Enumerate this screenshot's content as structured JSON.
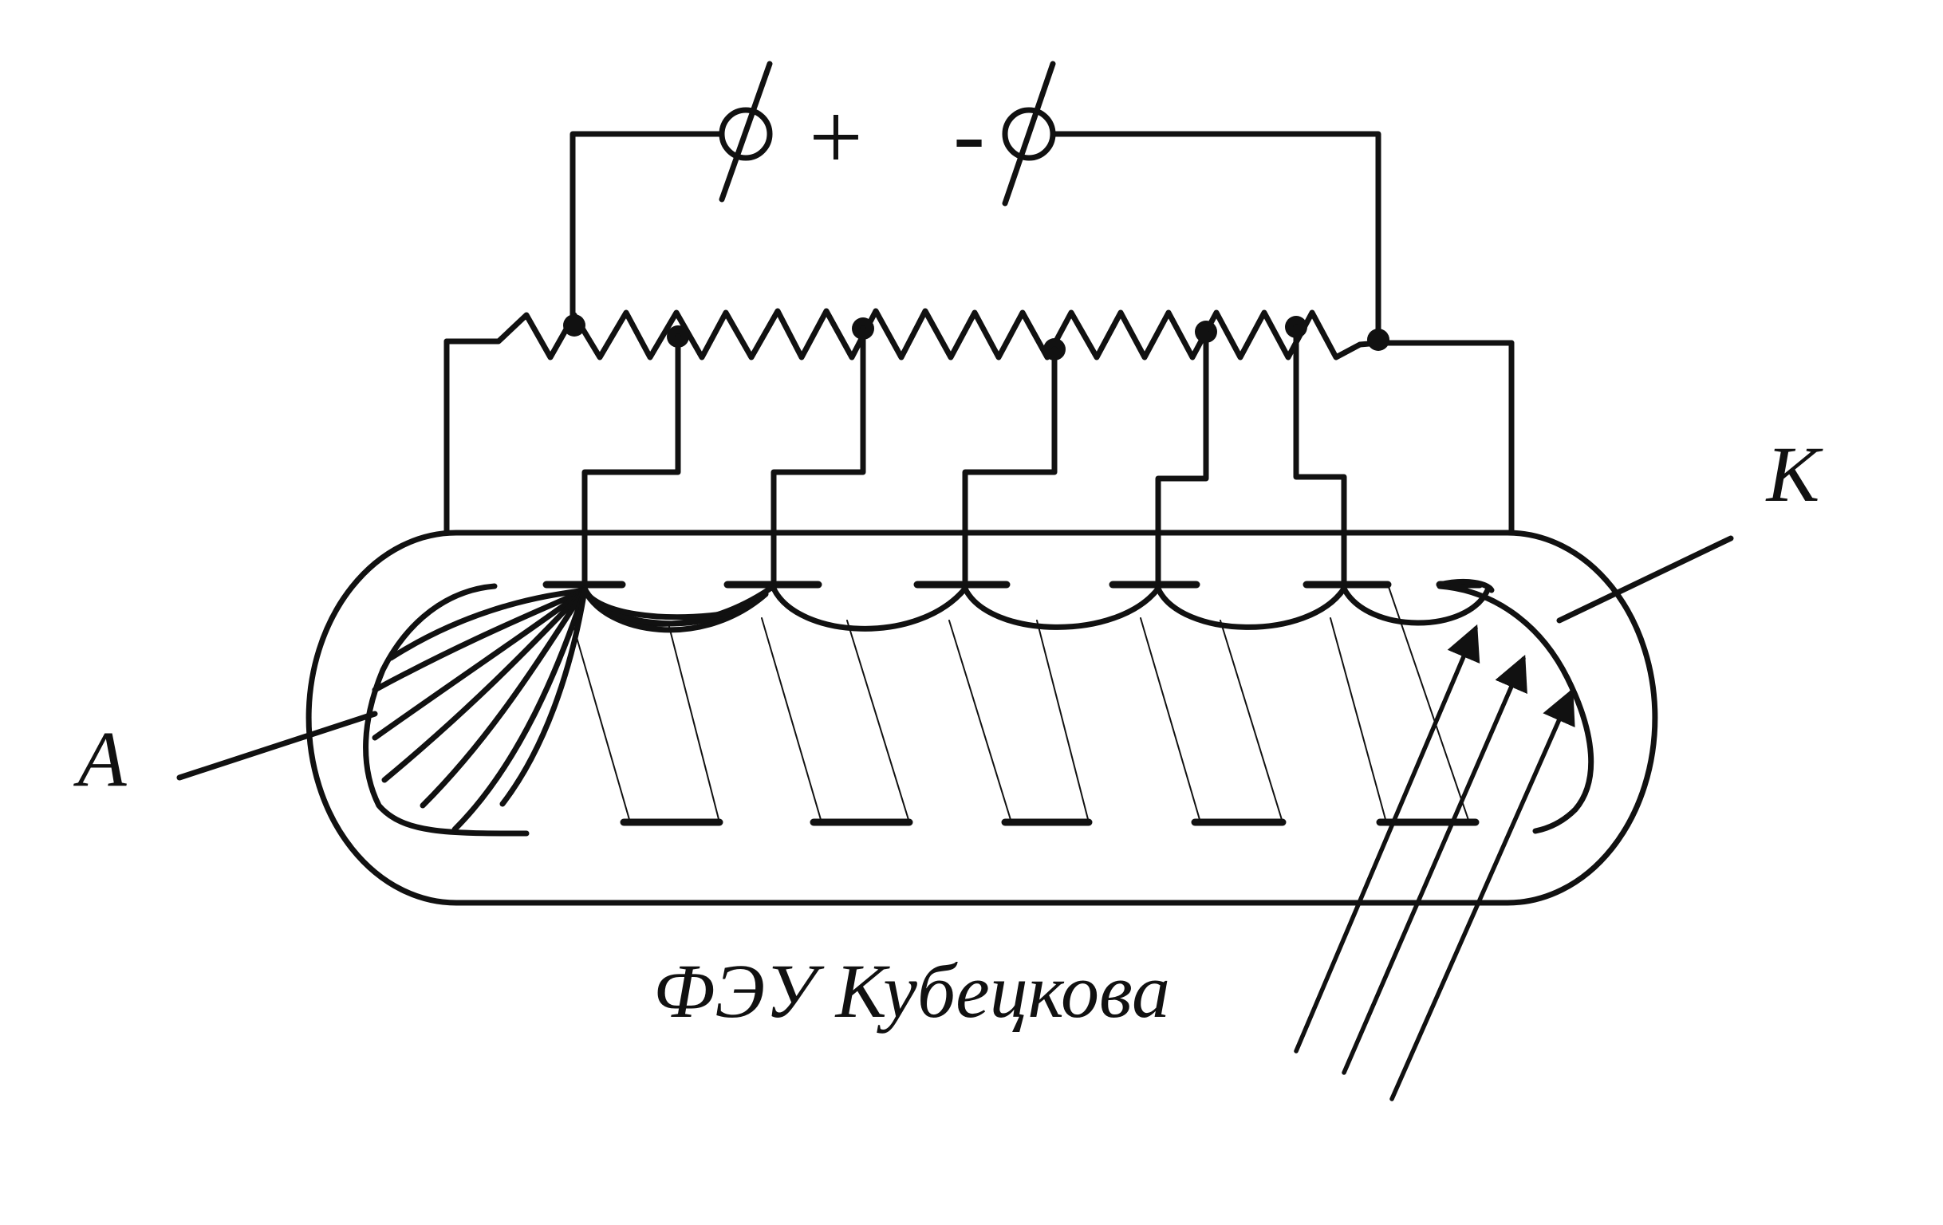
{
  "labels": {
    "anode": "A",
    "cathode": "K",
    "caption": "ФЭУ Кубецкова"
  },
  "supply": {
    "plus": "+",
    "minus": "-"
  }
}
